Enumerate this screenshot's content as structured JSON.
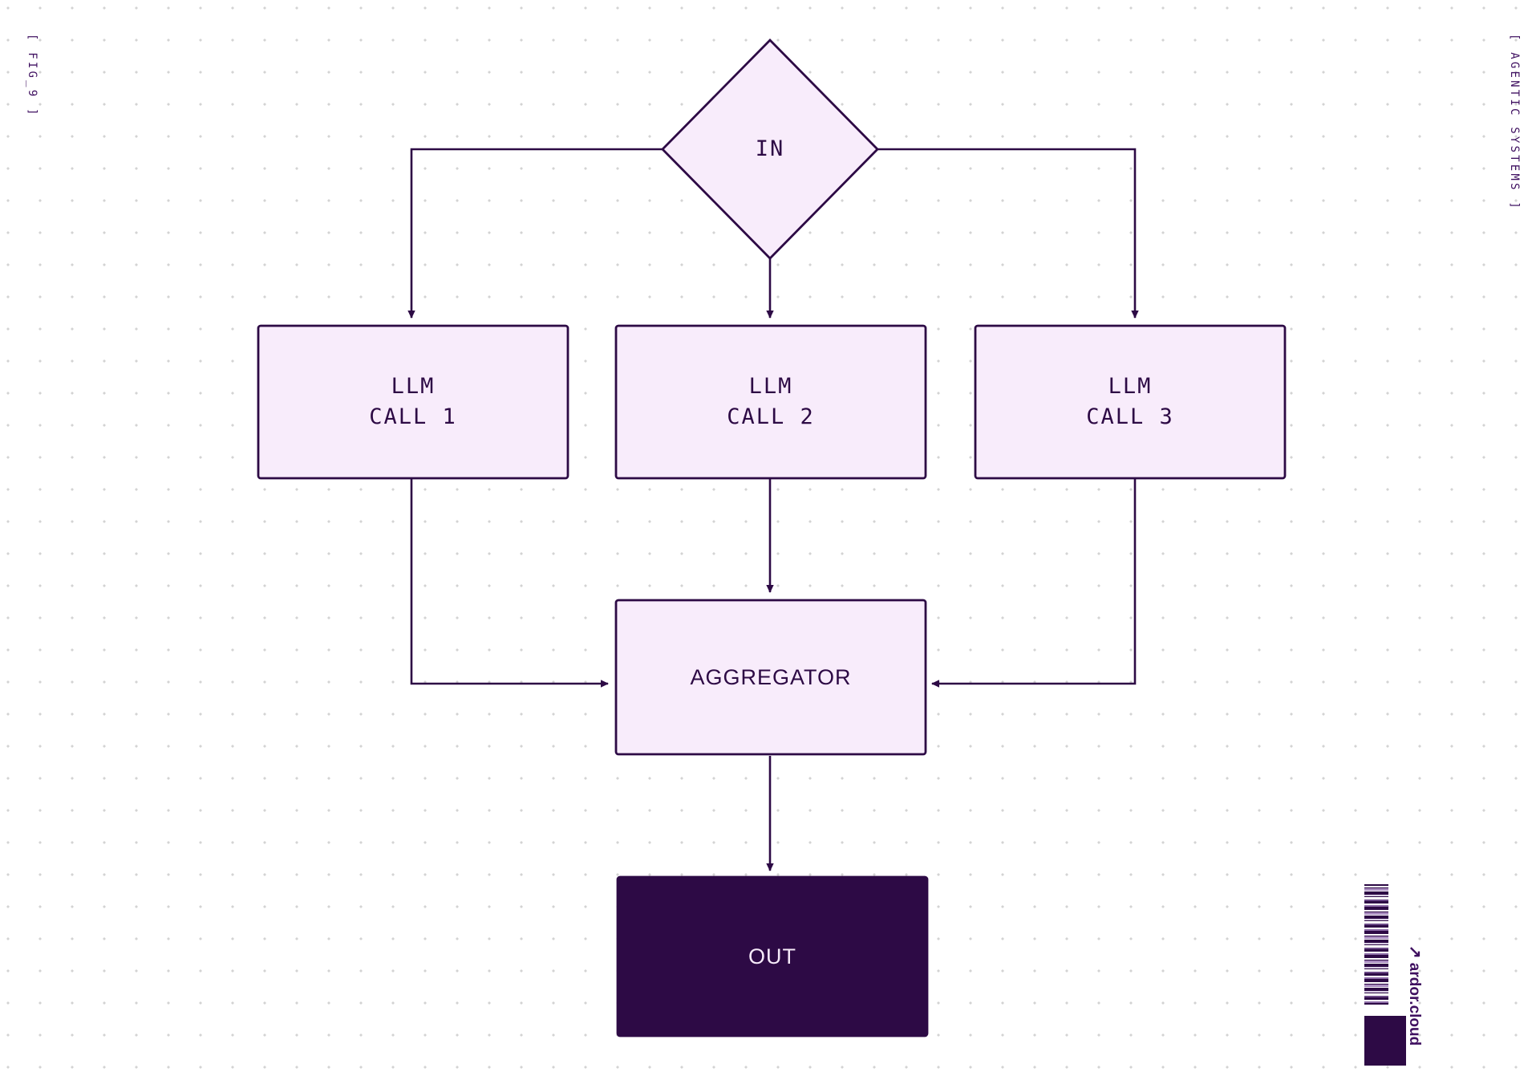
{
  "page": {
    "caption_left": "[ FIG_9 ]",
    "caption_right": "[ AGENTIC SYSTEMS ]",
    "background_color": "#ffffff",
    "grid_dot_color": "#d3d3d3"
  },
  "theme": {
    "stroke": "#2d0a45",
    "node_fill": "#f8ecfb",
    "terminal_fill": "#2d0a45",
    "terminal_text": "#f6eaf9",
    "text": "#2d0a45",
    "caption_text": "#3f1060"
  },
  "nodes": {
    "input": {
      "label": "IN",
      "shape": "diamond"
    },
    "call1": {
      "label_line1": "LLM",
      "label_line2": "CALL 1",
      "shape": "rect"
    },
    "call2": {
      "label_line1": "LLM",
      "label_line2": "CALL 2",
      "shape": "rect"
    },
    "call3": {
      "label_line1": "LLM",
      "label_line2": "CALL 3",
      "shape": "rect"
    },
    "aggregator": {
      "label": "AGGREGATOR",
      "shape": "rect"
    },
    "output": {
      "label": "OUT",
      "shape": "rect"
    }
  },
  "brand": {
    "arrow": "↗",
    "name": "ardor.cloud"
  }
}
